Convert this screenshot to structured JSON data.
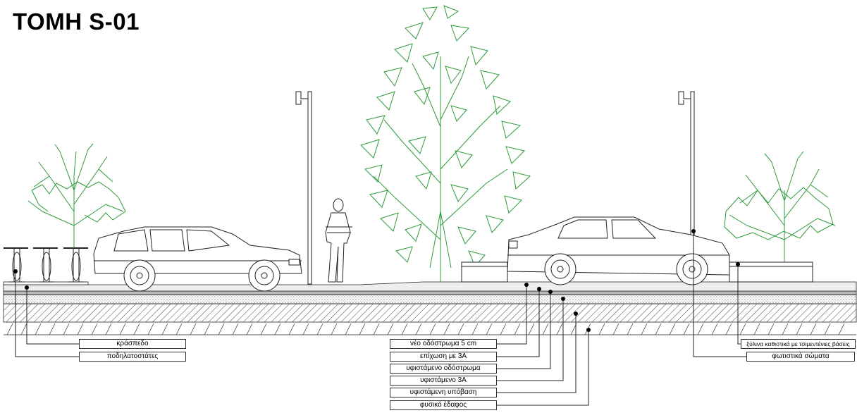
{
  "title": "ΤΟΜΗ S-01",
  "labels": {
    "curb": "κράσπεδο",
    "bike_racks": "ποδηλατοστάτες",
    "new_asphalt": "νέο οδόστρωμα 5 cm",
    "overlay": "επίχωση με 3Α",
    "existing_pavement": "υφιστάμενο οδόστρωμα",
    "existing_3a": "υφιστάμενο 3Α",
    "existing_subbase": "υφιστάμενη υπόβαση",
    "natural_ground": "φυσικό έδαφος",
    "benches": "ξύλινα καθιστικά με τσιμεντένιες βάσεις",
    "lights": "φωτιστικά σώματα"
  },
  "colors": {
    "line": "#222222",
    "tree": "#2e9a3a",
    "ground_fill": "#ffffff"
  }
}
